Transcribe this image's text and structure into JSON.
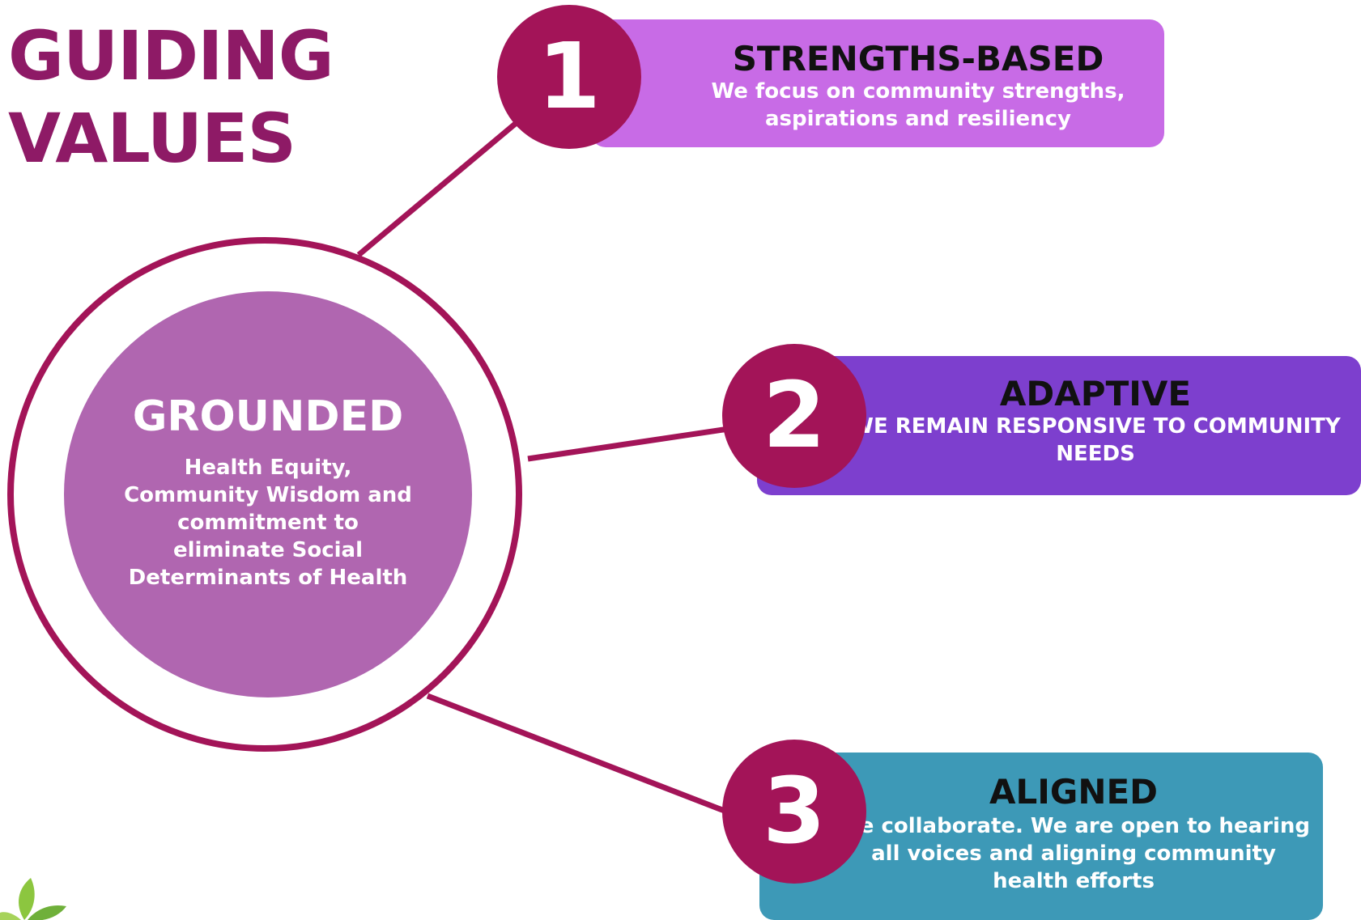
{
  "title": {
    "line1": "GUIDING",
    "line2": "VALUES"
  },
  "center": {
    "title": "GROUNDED",
    "text": "Health Equity, Community Wisdom and commitment to eliminate Social Determinants of Health"
  },
  "values": [
    {
      "number": "1",
      "title": "STRENGTHS-BASED",
      "text": "We focus on community strengths, aspirations and resiliency",
      "color": "#c86be6"
    },
    {
      "number": "2",
      "title": "ADAPTIVE",
      "text": "WE REMAIN RESPONSIVE TO COMMUNITY NEEDS",
      "color": "#7d3fce"
    },
    {
      "number": "3",
      "title": "ALIGNED",
      "text": "We collaborate. We are open to hearing all voices and aligning community health efforts",
      "color": "#3d99b7"
    }
  ],
  "colors": {
    "title": "#8e1a66",
    "accent": "#a31458",
    "center_fill": "#b066b0"
  },
  "icons": {
    "logo": "leaf-icon"
  }
}
